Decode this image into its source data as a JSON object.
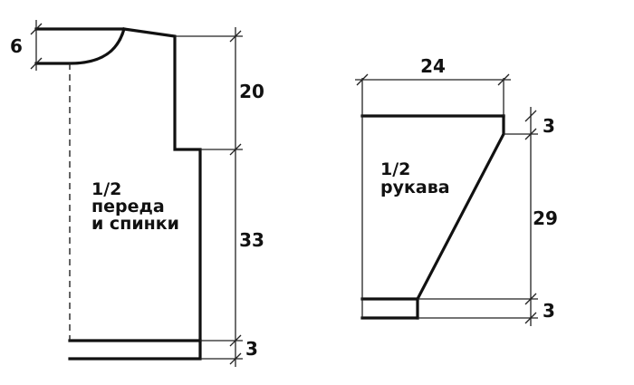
{
  "front_back": {
    "label_fraction": "1/2",
    "label_line1": "переда",
    "label_line2": "и спинки",
    "dim_neck_depth": "6",
    "dim_armhole": "20",
    "dim_side": "33",
    "dim_rib": "3"
  },
  "sleeve": {
    "label_fraction": "1/2",
    "label_line1": "рукава",
    "dim_width": "24",
    "dim_top": "3",
    "dim_length": "29",
    "dim_cuff": "3"
  }
}
